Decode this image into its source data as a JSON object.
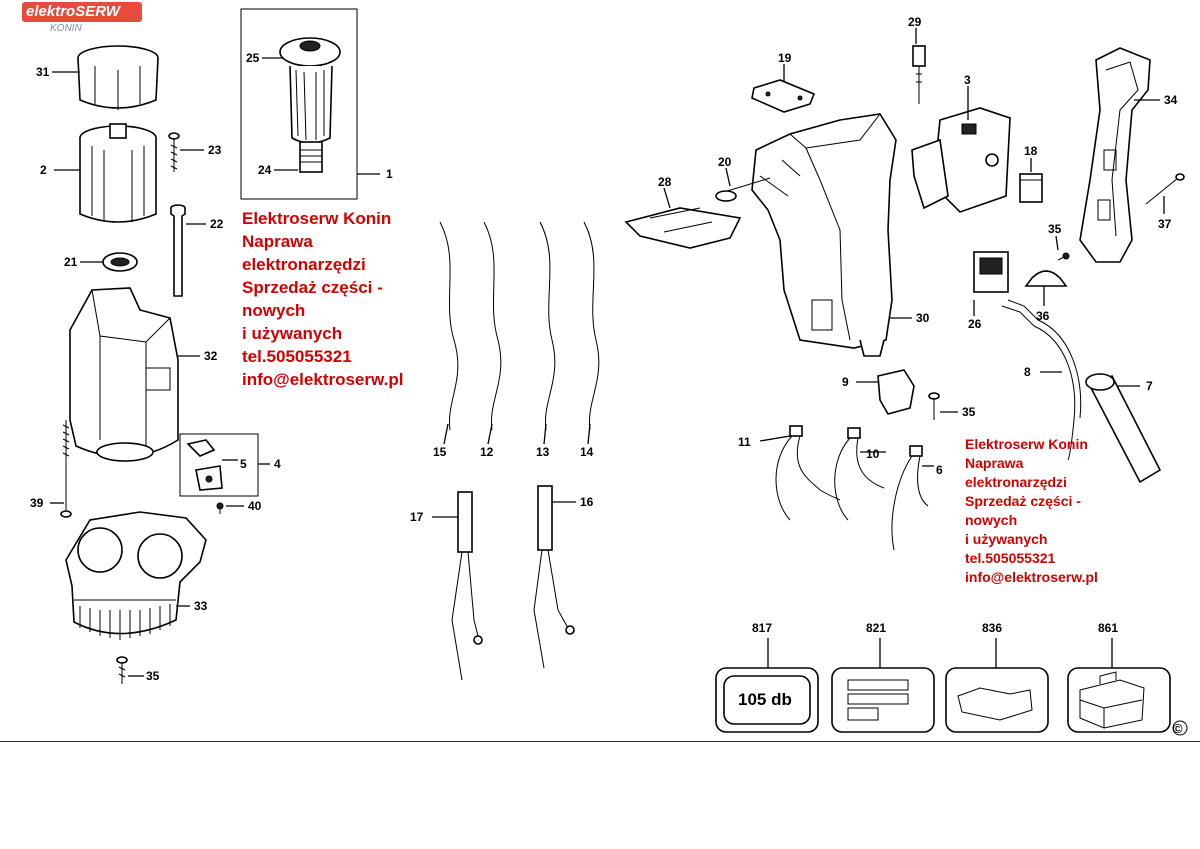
{
  "logo": {
    "main_a": "elektro",
    "main_b": "SERW",
    "sub": "KONIN"
  },
  "promo_blocks": [
    {
      "lines": [
        "Elektroserw Konin",
        "Naprawa",
        "elektronarzędzi",
        "Sprzedaż części -",
        "nowych",
        "i używanych",
        "tel.505055321",
        "info@elektroserw.pl"
      ]
    },
    {
      "lines": [
        "Elektroserw Konin",
        "Naprawa",
        "elektronarzędzi",
        "Sprzedaż części -",
        "nowych",
        "i używanych",
        "tel.505055321",
        "info@elektroserw.pl"
      ]
    }
  ],
  "part_labels": {
    "p31": "31",
    "p2": "2",
    "p23": "23",
    "p22": "22",
    "p21": "21",
    "p32": "32",
    "p4": "4",
    "p5": "5",
    "p40": "40",
    "p39": "39",
    "p33": "33",
    "p35a": "35",
    "p25": "25",
    "p24": "24",
    "p1": "1",
    "p15": "15",
    "p12": "12",
    "p13": "13",
    "p14": "14",
    "p17": "17",
    "p16": "16",
    "p19": "19",
    "p29": "29",
    "p3": "3",
    "p34": "34",
    "p20": "20",
    "p28": "28",
    "p18": "18",
    "p37": "37",
    "p35b": "35",
    "p26": "26",
    "p36": "36",
    "p30": "30",
    "p8": "8",
    "p7": "7",
    "p9": "9",
    "p35c": "35",
    "p11": "11",
    "p10": "10",
    "p6": "6",
    "p817": "817",
    "p821": "821",
    "p836": "836",
    "p861": "861"
  },
  "noise_badge": "105 db",
  "copyright": "©"
}
